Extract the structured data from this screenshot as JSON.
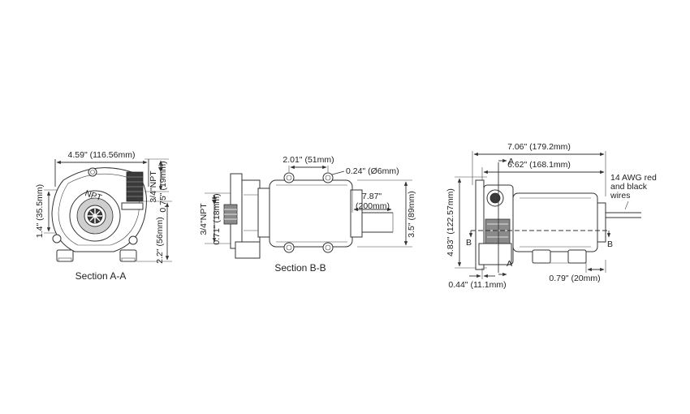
{
  "view_a": {
    "caption": "Section A-A",
    "width_dim": "4.59\" (116.56mm)",
    "height_dim": "1.4\" (35.5mm)",
    "base_dim": "2.2\" (56mm)",
    "port_dim_1": "0.75\" (19mm)",
    "port_dim_2": "3/4\"NPT",
    "impeller_label": "NPT"
  },
  "view_b": {
    "caption": "Section B-B",
    "port_dim_1": "3/4\"NPT",
    "port_dim_2": "0.71\" (18mm)",
    "bolt_spacing": "2.01\" (51mm)",
    "hole_dia": "0.24\" (Ø6mm)",
    "length_dim_1": "7.87\"",
    "length_dim_2": "(200mm)",
    "height_dim": "3.5\" (89mm)"
  },
  "view_c": {
    "overall_length": "7.06\" (179.2mm)",
    "motor_length": "6.62\" (168.1mm)",
    "height_dim": "4.83\" (122.57mm)",
    "offset_dim": "0.44\" (11.1mm)",
    "foot_dim": "0.79\" (20mm)",
    "wire_note_1": "14 AWG red",
    "wire_note_2": "and black",
    "wire_note_3": "wires",
    "section_a_top": "A",
    "section_a_bottom": "A",
    "section_b_left": "B",
    "section_b_right": "B"
  }
}
